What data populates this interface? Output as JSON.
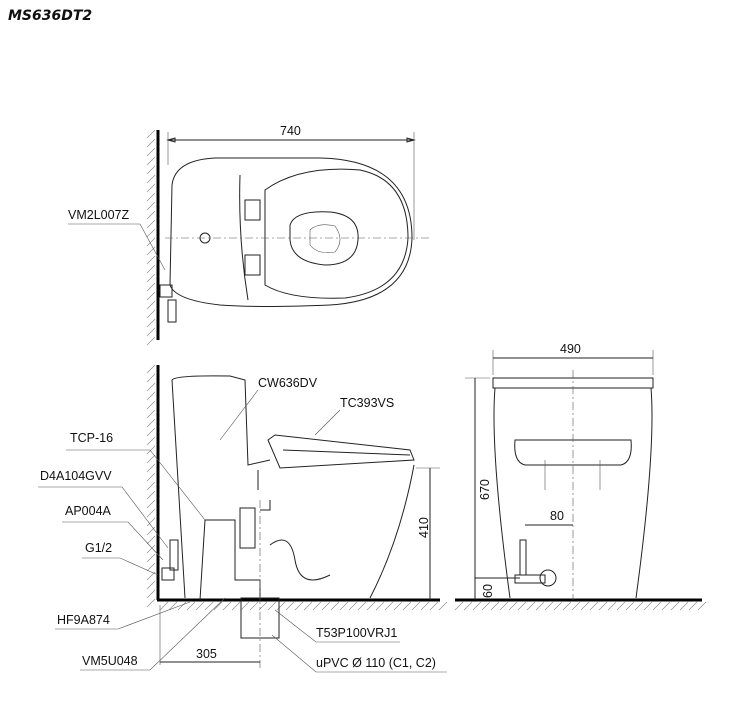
{
  "title": "MS636DT2",
  "dimensions": {
    "top_width": "740",
    "front_width": "490",
    "height": "670",
    "seat_height": "410",
    "offset_80": "80",
    "inlet_height": "60",
    "rough_in": "305"
  },
  "labels": {
    "vm2l007z": "VM2L007Z",
    "cw636dv": "CW636DV",
    "tc393vs": "TC393VS",
    "tcp16": "TCP-16",
    "d4a104gvv": "D4A104GVV",
    "ap004a": "AP004A",
    "g12": "G1/2",
    "hf9a874": "HF9A874",
    "vm5u048": "VM5U048",
    "t53p100vrj1": "T53P100VRJ1",
    "upvc": "uPVC Ø 110 (C1, C2)"
  }
}
